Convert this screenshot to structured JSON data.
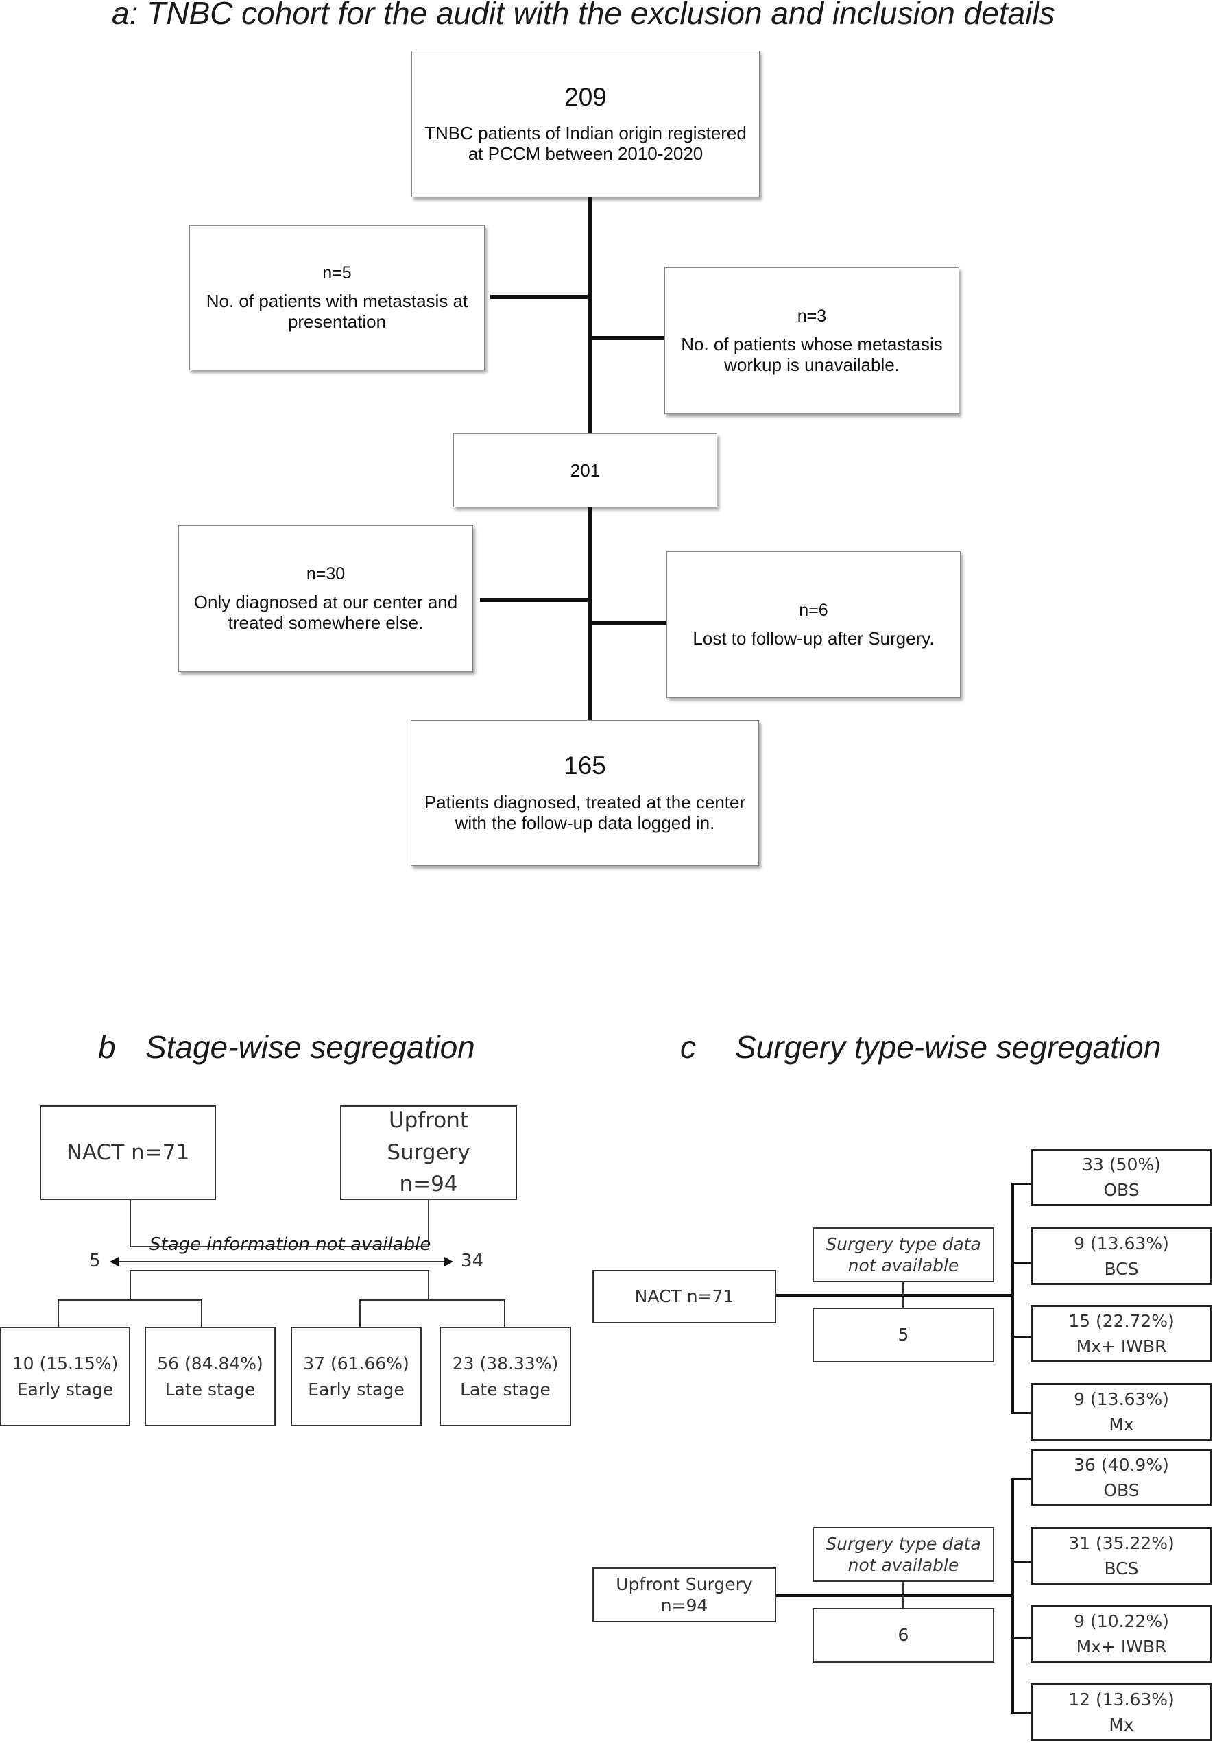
{
  "panel_a": {
    "title": "a: TNBC cohort for the audit with the exclusion and inclusion details",
    "top": {
      "count": "209",
      "text": "TNBC patients of Indian origin registered at PCCM between 2010-2020"
    },
    "excl_left_1": {
      "count": "n=5",
      "text": "No. of patients with metastasis at presentation"
    },
    "excl_right_1": {
      "count": "n=3",
      "text": "No. of patients whose metastasis workup is unavailable."
    },
    "middle": {
      "count": "201"
    },
    "excl_left_2": {
      "count": "n=30",
      "text": "Only diagnosed at our center and treated somewhere else."
    },
    "excl_right_2": {
      "count": "n=6",
      "text": "Lost to follow-up after Surgery."
    },
    "bottom": {
      "count": "165",
      "text": "Patients diagnosed, treated at the center with the follow-up data logged in."
    }
  },
  "panel_b": {
    "letter": "b",
    "title": "Stage-wise segregation",
    "nact": "NACT n=71",
    "upfront": "Upfront Surgery n=94",
    "na_label": "Stage information not available",
    "na_left": "5",
    "na_right": "34",
    "leaves": [
      {
        "value": "10 (15.15%)",
        "label": "Early stage"
      },
      {
        "value": "56 (84.84%)",
        "label": "Late stage"
      },
      {
        "value": "37 (61.66%)",
        "label": "Early stage"
      },
      {
        "value": "23 (38.33%)",
        "label": "Late stage"
      }
    ]
  },
  "panel_c": {
    "letter": "c",
    "title": "Surgery type-wise segregation",
    "groups": [
      {
        "root": "NACT n=71",
        "na_label": "Surgery type data not available",
        "na_value": "5",
        "leaves": [
          {
            "value": "33 (50%)",
            "label": "OBS"
          },
          {
            "value": "9 (13.63%)",
            "label": "BCS"
          },
          {
            "value": "15 (22.72%)",
            "label": "Mx+ IWBR"
          },
          {
            "value": "9 (13.63%)",
            "label": "Mx"
          }
        ]
      },
      {
        "root": "Upfront Surgery n=94",
        "na_label": "Surgery type data not available",
        "na_value": "6",
        "leaves": [
          {
            "value": "36 (40.9%)",
            "label": "OBS"
          },
          {
            "value": "31 (35.22%)",
            "label": "BCS"
          },
          {
            "value": "9 (10.22%)",
            "label": "Mx+ IWBR"
          },
          {
            "value": "12 (13.63%)",
            "label": "Mx"
          }
        ]
      }
    ]
  }
}
